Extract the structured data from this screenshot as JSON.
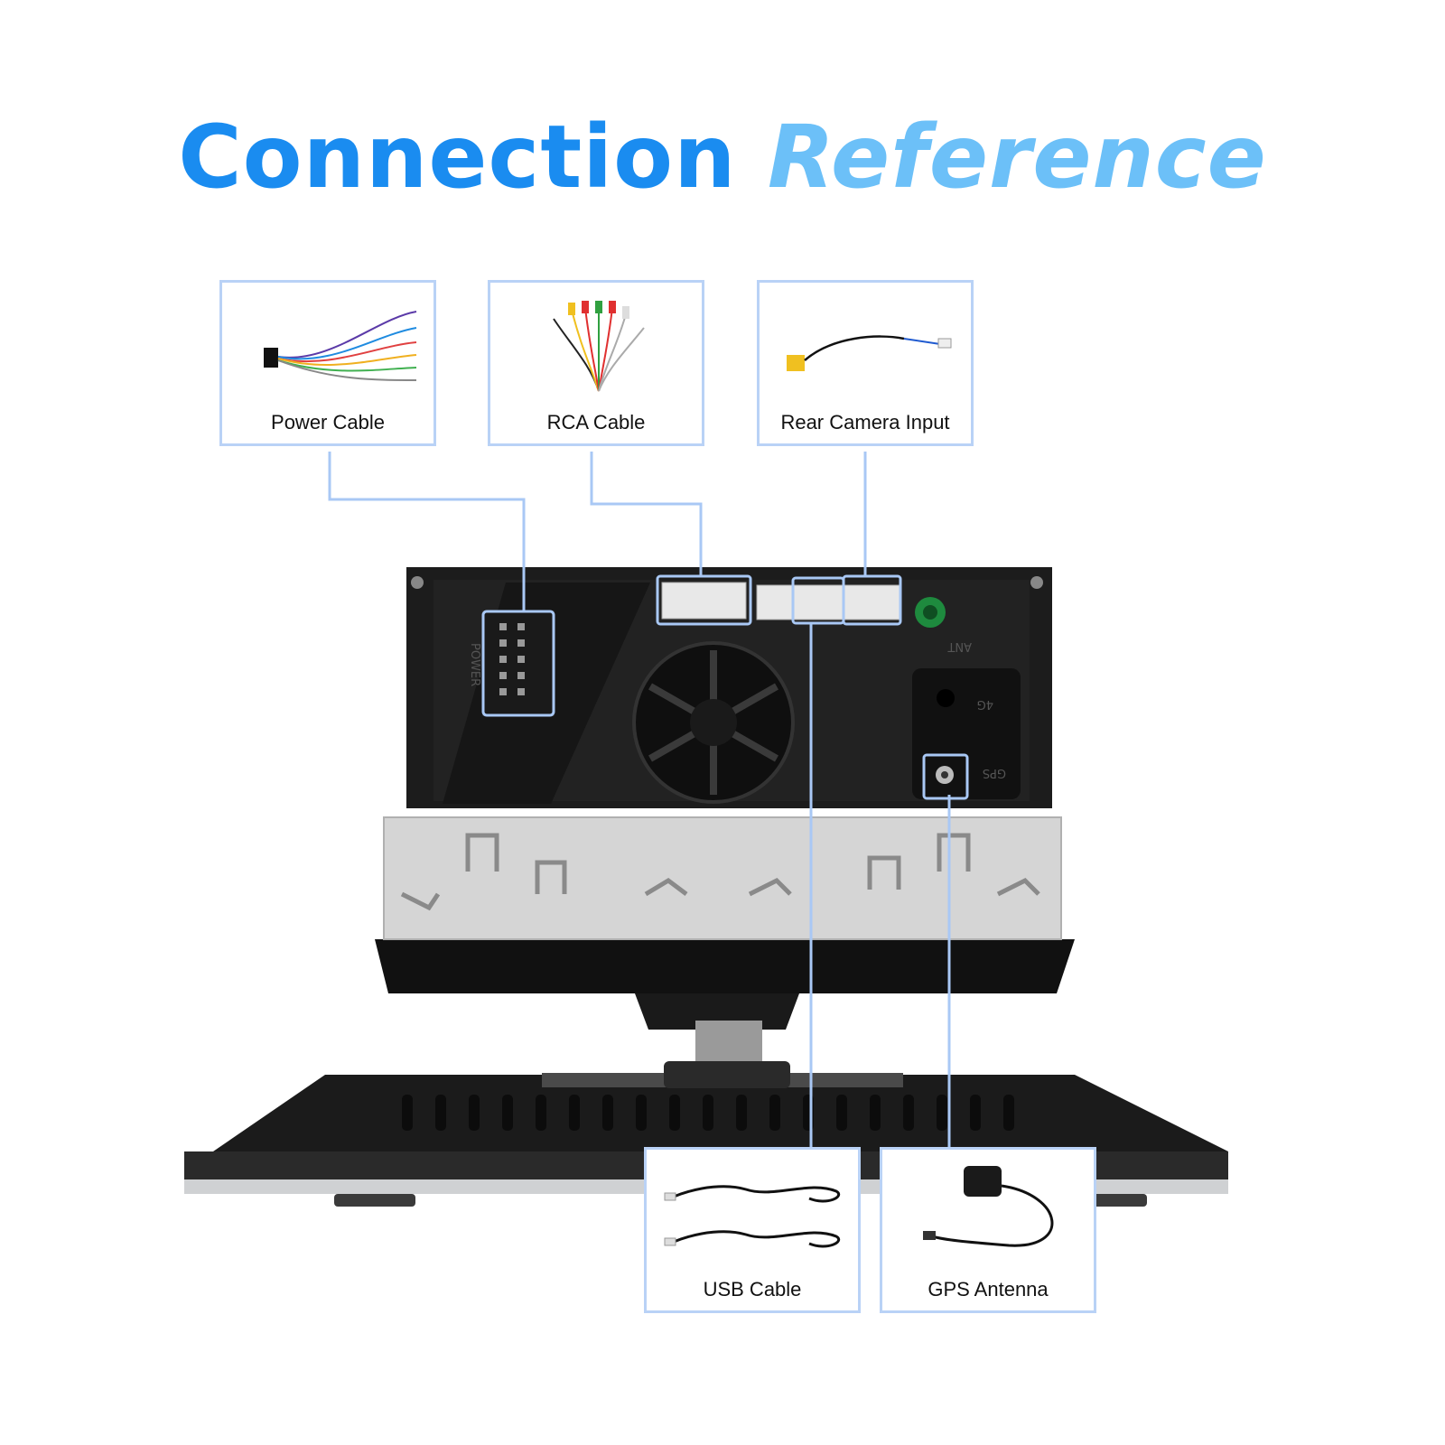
{
  "title": {
    "word1": "Connection",
    "word2": "Reference"
  },
  "components": {
    "power": {
      "label": "Power Cable"
    },
    "rca": {
      "label": "RCA Cable"
    },
    "camera": {
      "label": "Rear Camera Input"
    },
    "usb": {
      "label": "USB Cable"
    },
    "gps": {
      "label": "GPS Antenna"
    }
  },
  "device_markings": {
    "power_port": "POWER",
    "ant_port": "ANT",
    "port_4g": "4G",
    "gps_port": "GPS"
  },
  "colors": {
    "title_primary": "#1a8cf0",
    "title_secondary": "#6cc0f8",
    "callout_line": "#a9c8f5",
    "device_body": "#1c1c1c",
    "bracket": "#cfcfcf"
  }
}
